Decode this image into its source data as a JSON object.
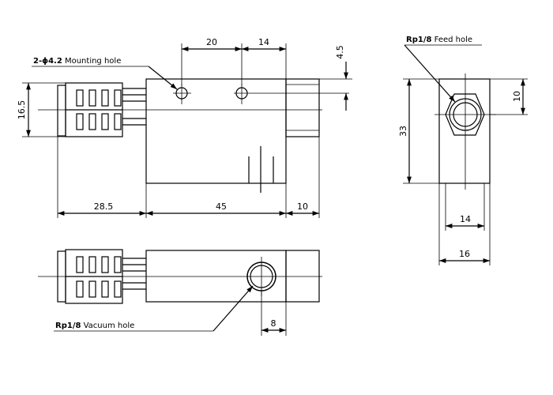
{
  "labels": {
    "mounting_prefix": "2-ϕ4.2",
    "mounting_rest": " Mounting hole",
    "feed_prefix": "Rp1/8",
    "feed_rest": " Feed hole",
    "vacuum_prefix": "Rp1/8",
    "vacuum_rest": " Vacuum hole"
  },
  "dimensions": {
    "d20": "20",
    "d14_top": "14",
    "d4_5": "4.5",
    "d16_5": "16.5",
    "d28_5": "28.5",
    "d45": "45",
    "d10_bottom": "10",
    "d8": "8",
    "d33": "33",
    "d10_side": "10",
    "d14_side": "14",
    "d16_side": "16"
  }
}
